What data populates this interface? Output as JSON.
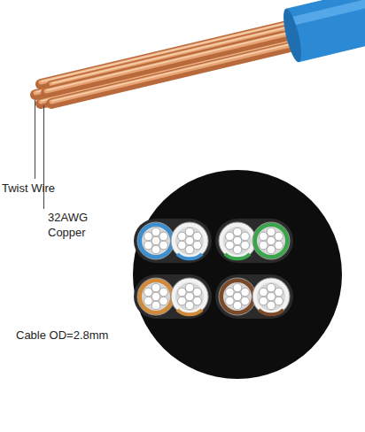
{
  "diagram": {
    "labels": [
      "Twist Wire",
      "32AWG Copper",
      "Cable OD=2.8mm"
    ]
  }
}
